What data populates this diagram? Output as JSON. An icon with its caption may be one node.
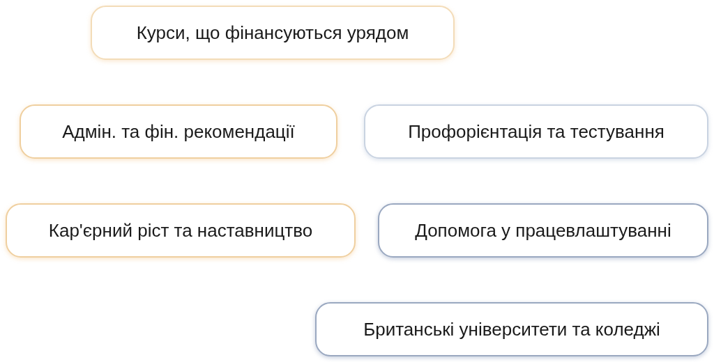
{
  "diagram": {
    "nodes": [
      {
        "text": [
          "Курси, що фінансуються урядом"
        ]
      },
      {
        "text": [
          "Адмін. та фін. рекомендації"
        ]
      },
      {
        "text": [
          "Профорієнтація та тестування"
        ]
      },
      {
        "text": [
          "Кар'єрний ріст та наставництво"
        ]
      },
      {
        "text": [
          "Допомога у працевлаштуванні"
        ]
      },
      {
        "text": [
          "Британські університети та коледжі"
        ]
      }
    ]
  }
}
